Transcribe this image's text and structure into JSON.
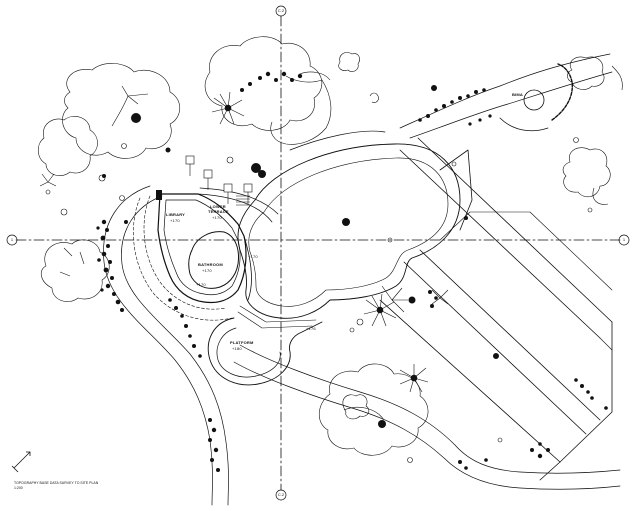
{
  "drawing": {
    "rooms": [
      {
        "key": "library",
        "name": "LIBRARY",
        "elev": "+170"
      },
      {
        "key": "lower-terrace",
        "name": "LOWER\nTERRACE",
        "elev": "+170"
      },
      {
        "key": "bathroom",
        "name": "BATHROOM",
        "elev": "+170"
      },
      {
        "key": "platform",
        "name": "PLATFORM",
        "elev": "+180"
      },
      {
        "key": "pergola",
        "name": "BIMA",
        "elev": ""
      }
    ],
    "spot_elevations": [
      "+170",
      "+170",
      "+176"
    ],
    "grid_markers": {
      "top": "C.2",
      "bottom": "C.2",
      "left": "1",
      "right": "1"
    },
    "sheet_note": "TOPOGRAPHY BASE DATA SURVEY TO SITE PLAN",
    "sheet_note_sub": "1:200"
  }
}
